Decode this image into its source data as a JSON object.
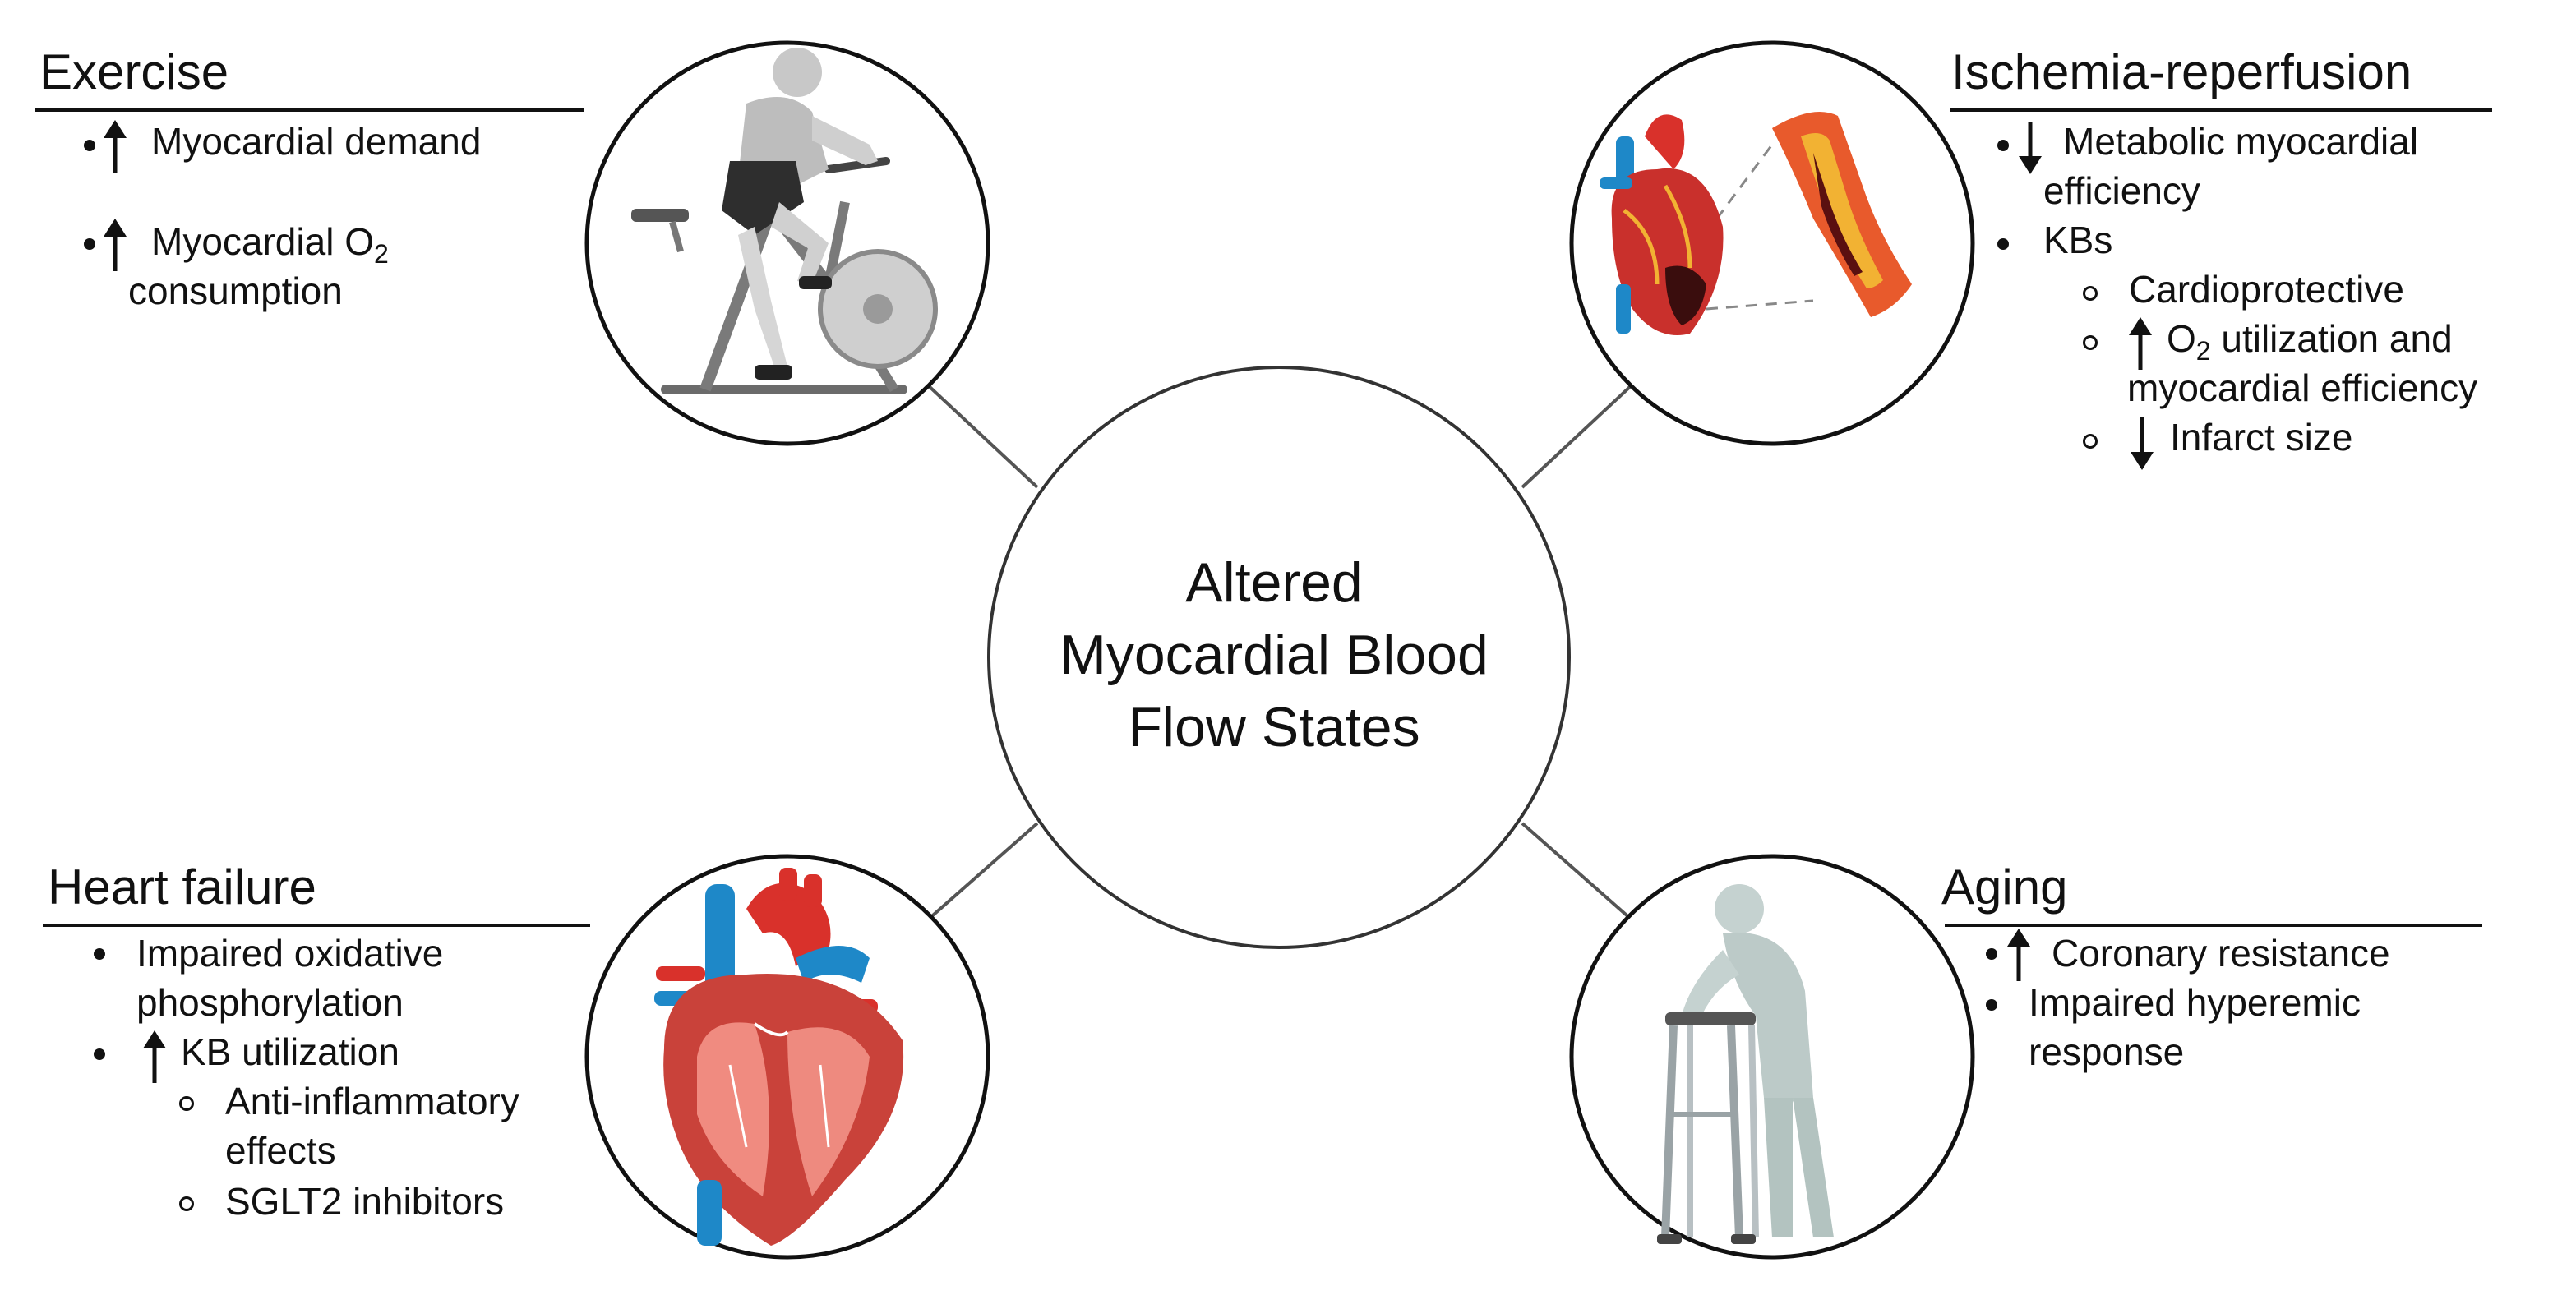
{
  "center": {
    "line1": "Altered",
    "line2": "Myocardial Blood",
    "line3": "Flow States"
  },
  "exercise": {
    "heading": "Exercise",
    "item1": "Myocardial demand",
    "item2_line1": "Myocardial O",
    "item2_sub": "2",
    "item2_line2": "consumption"
  },
  "ischemia": {
    "heading": "Ischemia-reperfusion",
    "item1_line1": "Metabolic myocardial",
    "item1_line2": "efficiency",
    "item2": "KBs",
    "sub1": "Cardioprotective",
    "sub2_o": "O",
    "sub2_sub": "2",
    "sub2_rest": " utilization and",
    "sub2_line2": "myocardial efficiency",
    "sub3": "Infarct size"
  },
  "heart_failure": {
    "heading": "Heart failure",
    "item1_line1": "Impaired oxidative",
    "item1_line2": "phosphorylation",
    "item2": "KB utilization",
    "sub1_line1": "Anti-inflammatory",
    "sub1_line2": "effects",
    "sub2": "SGLT2 inhibitors"
  },
  "aging": {
    "heading": "Aging",
    "item1": "Coronary resistance",
    "item2_line1": "Impaired hyperemic",
    "item2_line2": "response"
  },
  "colors": {
    "line": "#111111",
    "connector": "#555555",
    "artery_red": "#d9312b",
    "vein_blue": "#1e88c8",
    "heart_red": "#c0392b"
  },
  "icons": [
    "exercise-bike-icon",
    "heart-ischemia-icon",
    "heart-anatomy-icon",
    "elderly-walker-icon"
  ]
}
